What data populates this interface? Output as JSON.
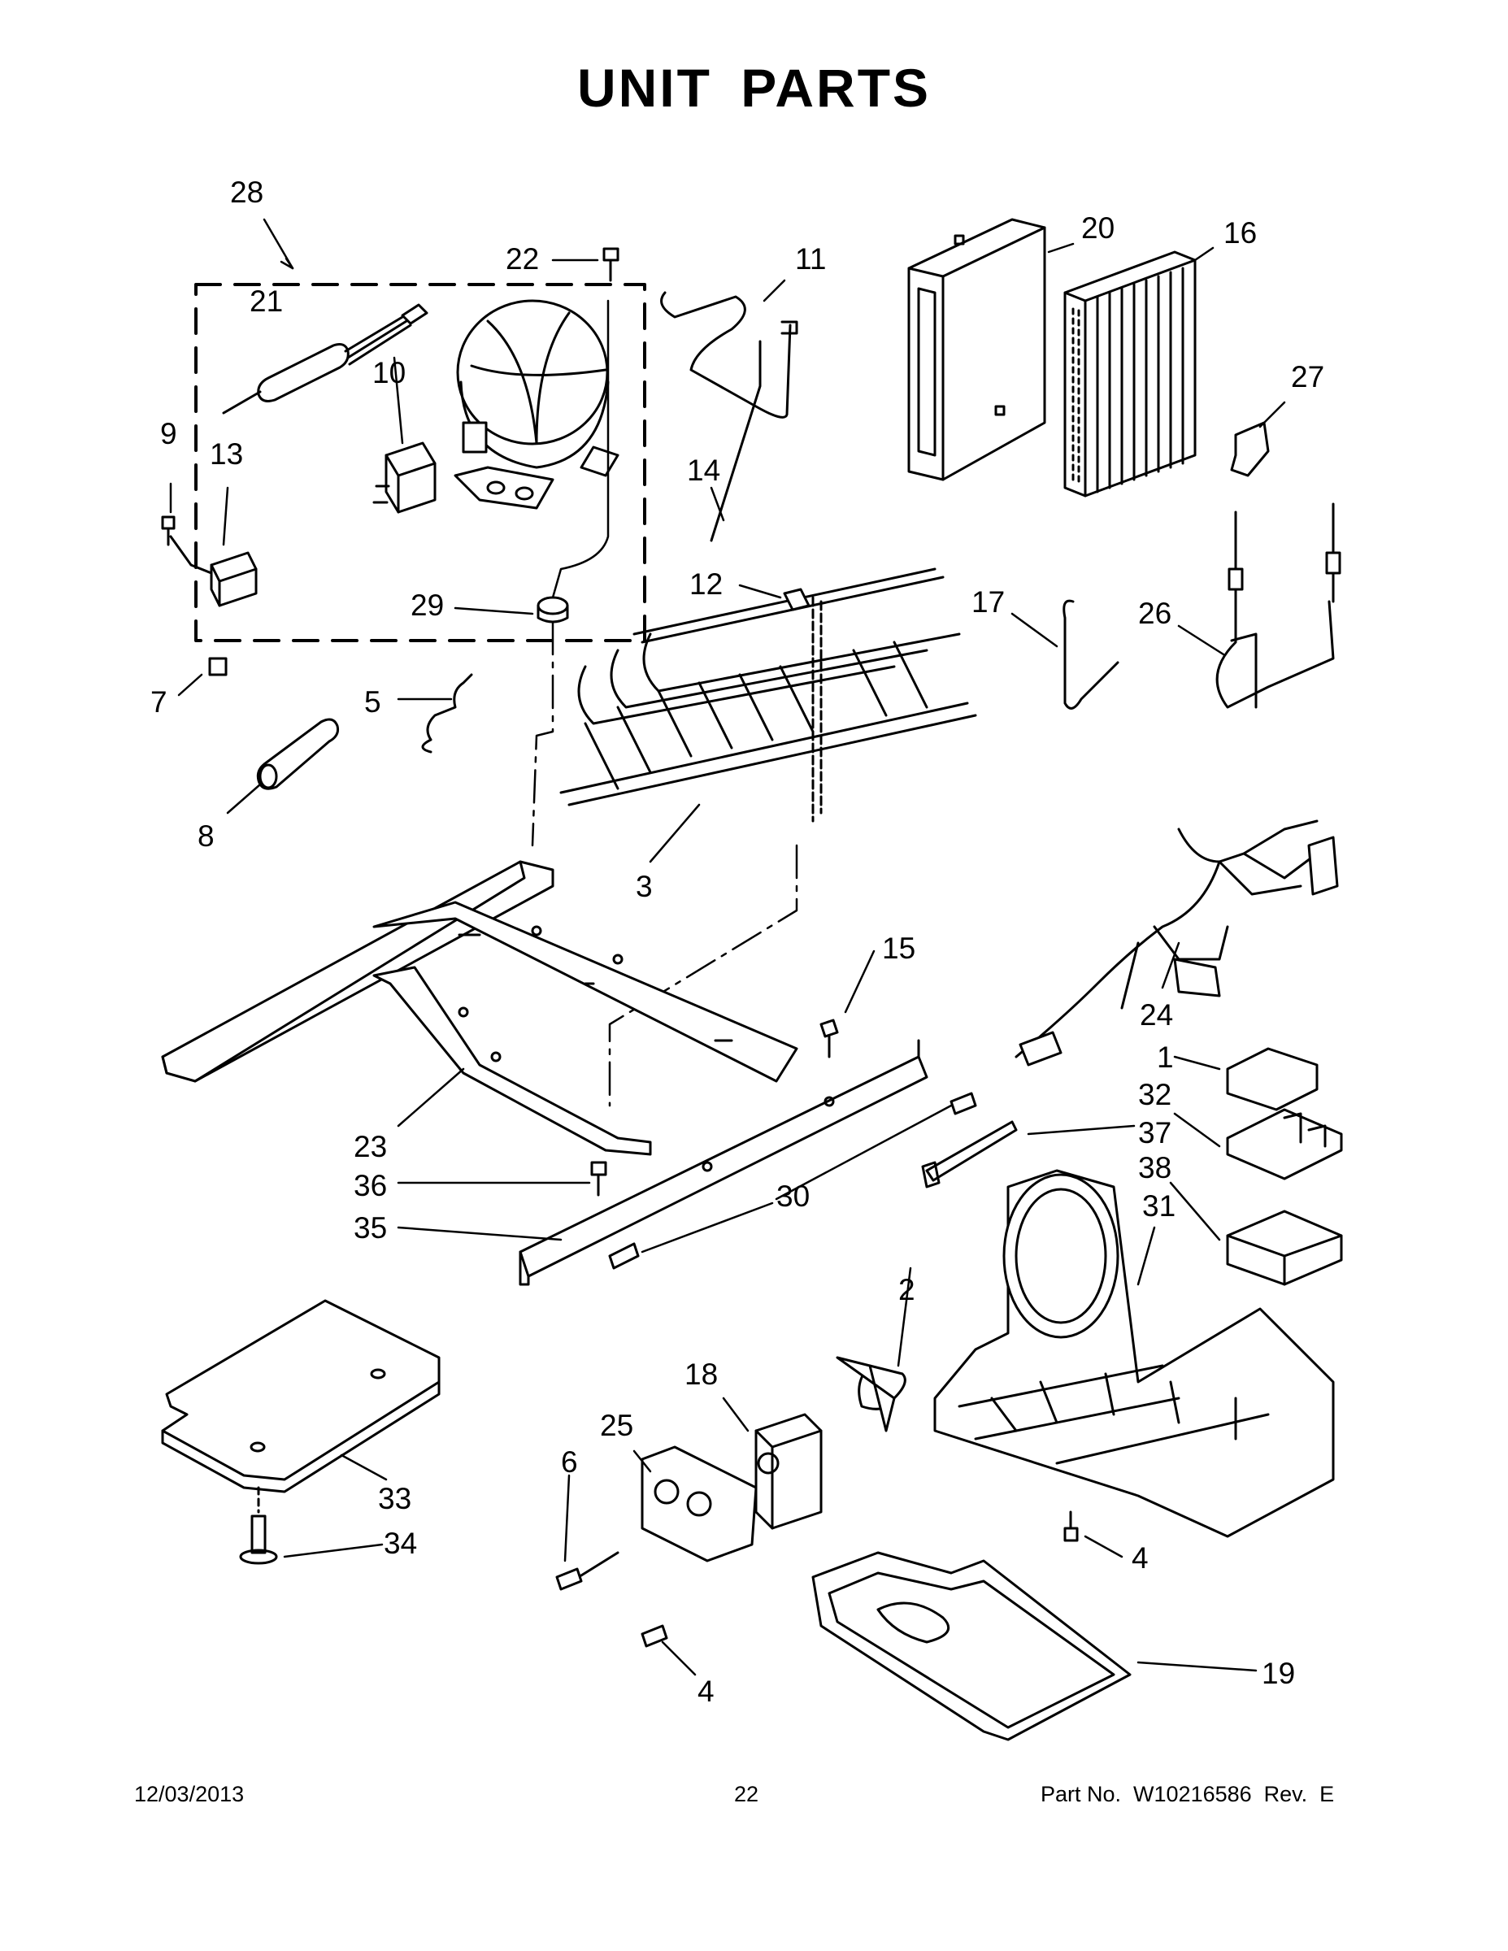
{
  "title": "UNIT PARTS",
  "callouts": [
    "28",
    "22",
    "11",
    "20",
    "16",
    "21",
    "10",
    "9",
    "13",
    "27",
    "14",
    "12",
    "29",
    "17",
    "26",
    "7",
    "5",
    "8",
    "3",
    "24",
    "15",
    "1",
    "32",
    "37",
    "38",
    "23",
    "36",
    "30",
    "35",
    "31",
    "2",
    "18",
    "25",
    "6",
    "33",
    "34",
    "4",
    "4",
    "19"
  ],
  "footer": {
    "date": "12/03/2013",
    "page": "22",
    "part_no": "Part No.  W10216586  Rev.  E"
  }
}
